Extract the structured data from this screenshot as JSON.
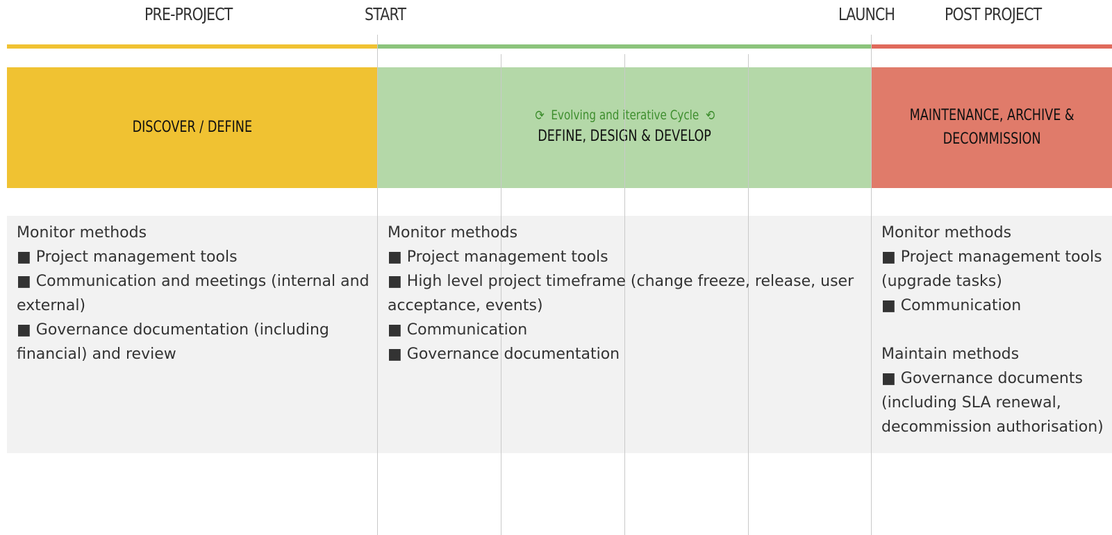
{
  "timeline": {
    "labels": {
      "pre_project": "PRE-PROJECT",
      "start": "START",
      "launch": "LAUNCH",
      "post_project": "POST PROJECT"
    },
    "colors": {
      "pre": "#f0c232",
      "define": "#b4d8a8",
      "define_bar": "#8cc47c",
      "post": "#e07b6a",
      "post_bar": "#e06a5c",
      "panel": "#f2f2f2",
      "cycle_text": "#3e8e2e"
    }
  },
  "phases": {
    "discover": {
      "title": "DISCOVER / DEFINE"
    },
    "develop": {
      "cycle_label": "Evolving and iterative Cycle",
      "cycle_icon_left": "refresh-cw-icon",
      "cycle_icon_right": "refresh-ccw-icon",
      "title": "DEFINE,  DESIGN & DEVELOP"
    },
    "maintain": {
      "title_line1": "MAINTENANCE, ARCHIVE &",
      "title_line2": "DECOMMISSION"
    }
  },
  "content": {
    "pre": {
      "heading": "Monitor methods",
      "line1": "■ Project management tools",
      "line2": "■ Communication and meetings (internal and",
      "line3": "external)",
      "line4": "■ Governance documentation  (including",
      "line5": "financial) and review"
    },
    "mid": {
      "heading": "Monitor methods",
      "line1": "■ Project management tools",
      "line2": "■ High level project timeframe (change freeze, release, user",
      "line3": "acceptance, events)",
      "line4": "■ Communication",
      "line5": "■ Governance documentation"
    },
    "post": {
      "heading": "Monitor methods",
      "line1": "■ Project management tools",
      "line2": "(upgrade tasks)",
      "line3": "■ Communication",
      "heading2": "Maintain methods",
      "line4": "■ Governance documents",
      "line5": "(including SLA renewal,",
      "line6": "decommission authorisation)"
    }
  }
}
